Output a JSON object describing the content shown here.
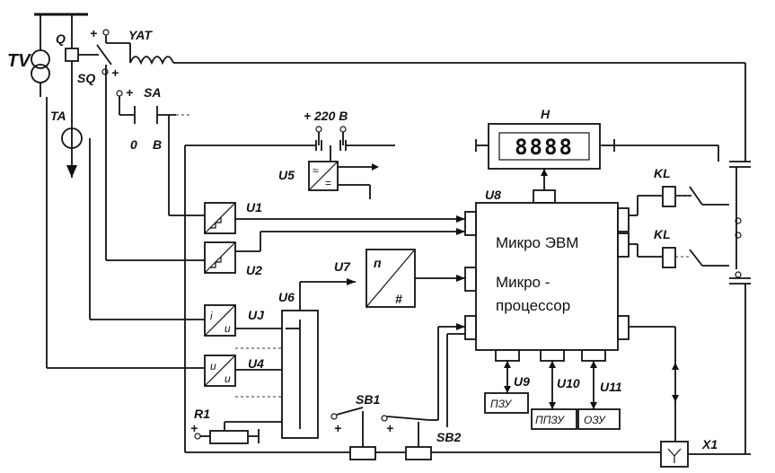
{
  "labels": {
    "tv": "TV",
    "q": "Q",
    "sq": "SQ",
    "yat": "YAT",
    "ta": "TA",
    "sa": "SA",
    "sa_pos0": "0",
    "sa_posB": "B",
    "plus": "+",
    "v220": "220 B",
    "u5": "U5",
    "h": "H",
    "u8": "U8",
    "u1": "U1",
    "u2": "U2",
    "u7": "U7",
    "u6": "U6",
    "uj": "UJ",
    "u4": "U4",
    "r1": "R1",
    "sb1": "SB1",
    "sb2": "SB2",
    "u9": "U9",
    "u10": "U10",
    "u11": "U11",
    "x1": "X1",
    "kl1": "KL",
    "kl2": "KL"
  },
  "computer": {
    "line1": "Микро ЭВМ",
    "line2": "Микро -",
    "line3": "процессор"
  },
  "memory": {
    "pzu": "ПЗУ",
    "ppzu": "ППЗУ",
    "ozu": "ОЗУ"
  },
  "converters": {
    "u7_top": "п",
    "u7_bottom": "#",
    "uj_in": "i",
    "uj_out": "u",
    "u4_in": "u",
    "u4_out": "u"
  },
  "display": {
    "digits": "8888"
  }
}
